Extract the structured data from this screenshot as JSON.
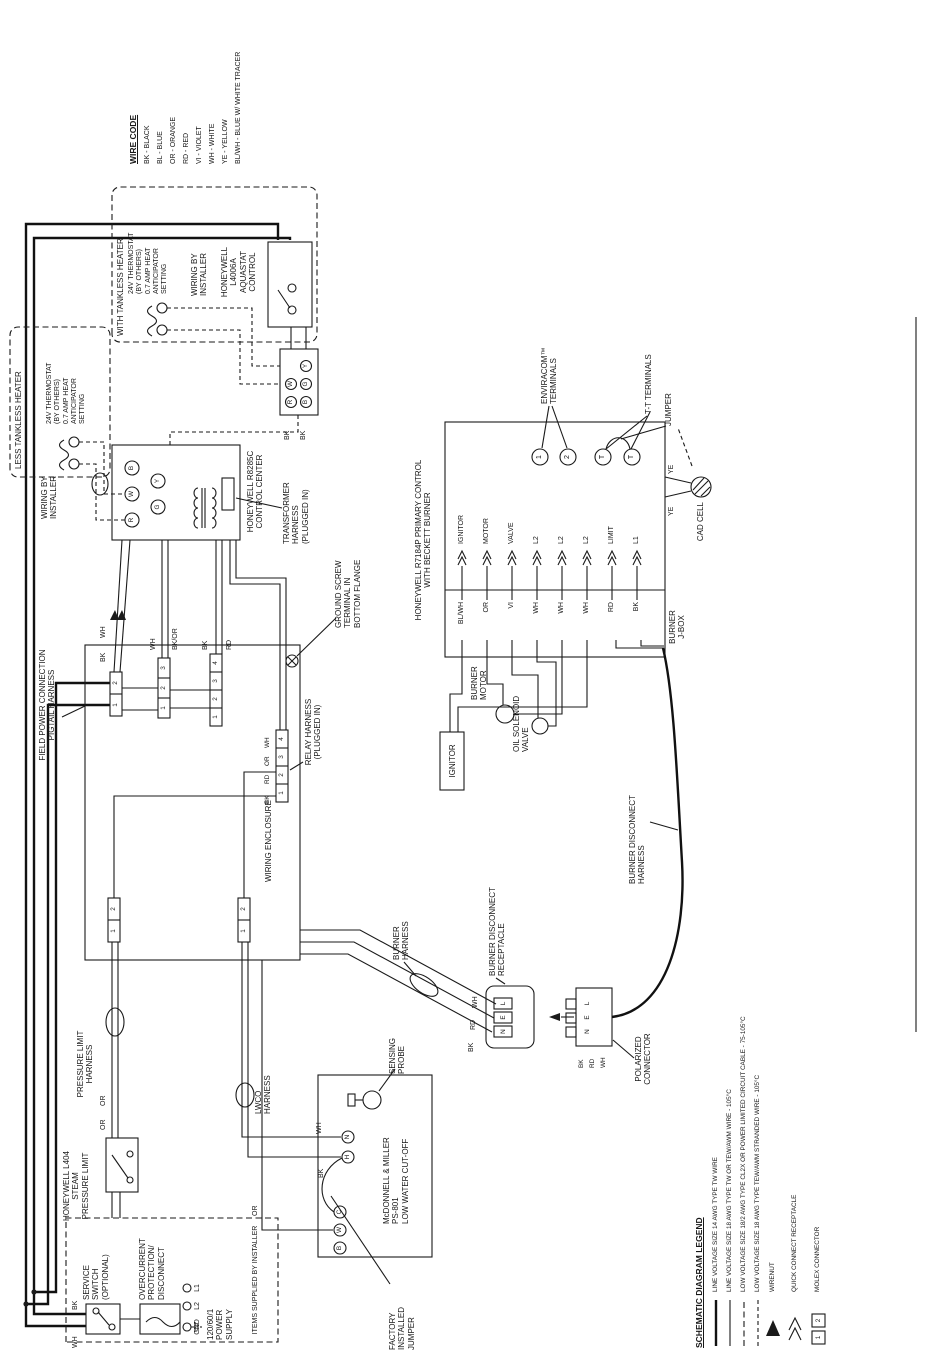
{
  "wire_code": {
    "title": "WIRE CODE",
    "items": [
      "BK - BLACK",
      "BL - BLUE",
      "OR - ORANGE",
      "RD - RED",
      "VI - VIOLET",
      "WH - WHITE",
      "YE - YELLOW",
      "BL/WH - BLUE W/ WHITE TRACER"
    ]
  },
  "legend": {
    "title": "SCHEMATIC DIAGRAM LEGEND",
    "rows": [
      "LINE VOLTAGE SIZE 14 AWG TYPE TW WIRE",
      "LINE VOLTAGE SIZE 18 AWG TYPE TW OR TEW/AWM WIRE - 105°C",
      "LOW VOLTAGE SIZE 18/2 AWG TYPE CL2X OR POWER LIMITED CIRCUIT CABLE - 75-105°C",
      "LOW VOLTAGE SIZE 18 AWG TYPE TEW/AWM STRANDED WIRE - 105°C",
      "WIRENUT",
      "QUICK CONNECT RECEPTACLE",
      "MOLEX CONNECTOR"
    ],
    "molex_pins": [
      "1",
      "2"
    ]
  },
  "power": {
    "items_supplied": "ITEMS SUPPLIED BY INSTALLER",
    "service_switch": "SERVICE\nSWITCH\n(OPTIONAL)",
    "overcurrent": "OVERCURRENT\nPROTECTION/\nDISCONNECT",
    "supply": "120/60/1\nPOWER\nSUPPLY",
    "gnd": "GND",
    "l2": "L2",
    "l1": "L1",
    "wire_wh": "WH",
    "wire_bk": "BK"
  },
  "pressure": {
    "harness": "PRESSURE LIMIT\nHARNESS",
    "l404": "HONEYWELL L404\nSTEAM\nPRESSURE LIMIT",
    "wire_or_1": "OR",
    "wire_or_2": "OR"
  },
  "lwco": {
    "name": "McDONNELL & MILLER\nPS-801\nLOW WATER CUT-OFF",
    "harness": "LWCO\nHARNESS",
    "probe": "SENSING\nPROBE",
    "factory_jumper": "FACTORY\nINSTALLED\nJUMPER",
    "t_b": "B",
    "t_w": "W",
    "t_c": "C",
    "t_h": "H",
    "t_n": "N",
    "wire_or": "OR",
    "wire_bk": "BK",
    "wire_wh": "WH"
  },
  "enclosure": {
    "name": "WIRING ENCLOSURE",
    "field_power": "FIELD POWER CONNECTION\nPIGTAIL HARNESS",
    "relay_harness": "RELAY HARNESS\n(PLUGGED IN)",
    "ground": "GROUND SCREW\nTERMINAL IN\nBOTTOM FLANGE",
    "c1_pins": [
      "1",
      "2"
    ],
    "c2_pins": [
      "1",
      "2",
      "3"
    ],
    "c3_pins": [
      "1",
      "2",
      "3",
      "4"
    ],
    "c4_pins": [
      "1",
      "2"
    ],
    "c5_pins": [
      "1",
      "2"
    ],
    "c6_pins": [
      "1",
      "2",
      "3",
      "4"
    ],
    "c1_wires": [
      "BK",
      "WH"
    ],
    "c2_wires": [
      "WH",
      "BK/OR"
    ],
    "c3_wires": [
      "BK",
      "RD"
    ],
    "c6_wires": [
      "BK",
      "RD",
      "OR",
      "WH"
    ]
  },
  "r8285": {
    "name": "HONEYWELL R8285C\nCONTROL CENTER",
    "transformer": "TRANSFORMER\nHARNESS\n(PLUGGED IN)",
    "t_r": "R",
    "t_w": "W",
    "t_b": "B",
    "t_g": "G",
    "t_y": "Y"
  },
  "tstat": {
    "less_title": "LESS TANKLESS HEATER",
    "with_title": "WITH TANKLESS HEATER",
    "t24_1": "24V THERMOSTAT\n(BY OTHERS)\n0.7 AMP HEAT\nANTICIPATOR\nSETTING",
    "t24_2": "24V THERMOSTAT\n(BY OTHERS)\n0.7 AMP HEAT\nANTICIPATOR\nSETTING",
    "wbi_1": "WIRING BY\nINSTALLER",
    "wbi_2": "WIRING BY\nINSTALLER",
    "aquastat": "HONEYWELL\nL4006A\nAQUASTAT\nCONTROL",
    "s_r": "R",
    "s_w": "W",
    "s_b": "B",
    "s_g": "G",
    "s_y": "Y",
    "wire_bk_1": "BK",
    "wire_bk_2": "BK"
  },
  "r7184": {
    "name": "HONEYWELL R7184P PRIMARY CONTROL\nWITH BECKETT BURNER",
    "jbox": "BURNER\nJ-BOX",
    "rows": [
      {
        "color": "BL/WH",
        "term": "IGNITOR"
      },
      {
        "color": "OR",
        "term": "MOTOR"
      },
      {
        "color": "VI",
        "term": "VALVE"
      },
      {
        "color": "WH",
        "term": "L2"
      },
      {
        "color": "WH",
        "term": "L2"
      },
      {
        "color": "WH",
        "term": "L2"
      },
      {
        "color": "RD",
        "term": "LIMIT"
      },
      {
        "color": "BK",
        "term": "L1"
      }
    ],
    "terminals": [
      "1",
      "2",
      "T",
      "T"
    ],
    "enviracom": "ENVIRACOM™\nTERMINALS",
    "tt": "T-T TERMINALS",
    "jumper": "JUMPER",
    "cad_cell": "CAD CELL",
    "ye_1": "YE",
    "ye_2": "YE"
  },
  "components": {
    "ignitor": "IGNITOR",
    "motor": "BURNER\nMOTOR",
    "valve": "OIL SOLENOID\nVALVE"
  },
  "burner": {
    "harness": "BURNER\nHARNESS",
    "receptacle": "BURNER DISCONNECT\nRECEPTACLE",
    "disconnect_harness": "BURNER DISCONNECT\nHARNESS",
    "polarized": "POLARIZED\nCONNECTOR",
    "rec_pins": [
      "N",
      "E",
      "L"
    ],
    "pol_pins": [
      "N",
      "E",
      "L"
    ],
    "harness_wires": [
      "BK",
      "RD",
      "WH"
    ],
    "pol_wires": [
      "BK",
      "RD",
      "WH"
    ]
  }
}
